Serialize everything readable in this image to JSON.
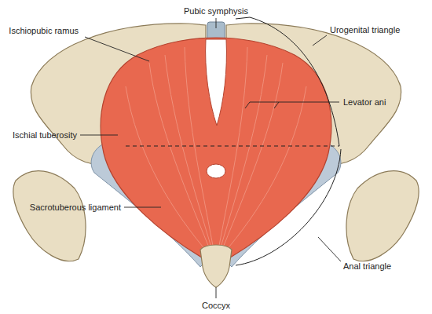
{
  "diagram": {
    "labels": [
      "Pubic symphysis",
      "Ischiopubic ramus",
      "Urogenital triangle",
      "Ischial tuberosity",
      "Levator ani",
      "Sacrotuberous ligament",
      "Anal triangle",
      "Coccyx"
    ]
  }
}
